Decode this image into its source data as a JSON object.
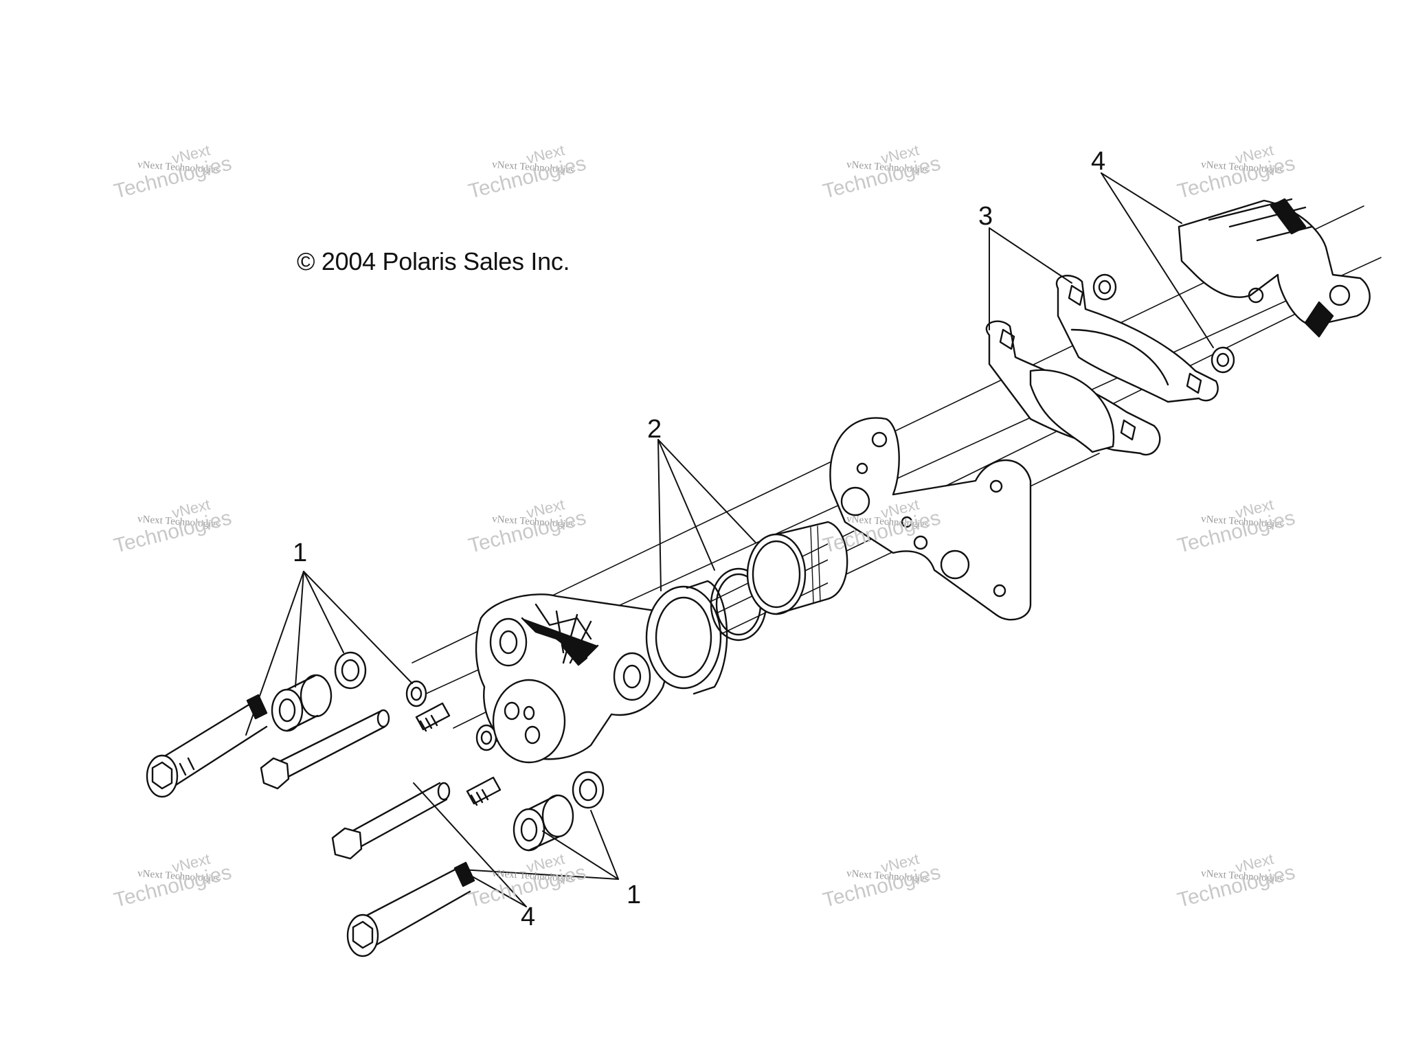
{
  "copyright": "© 2004 Polaris Sales Inc.",
  "watermark": {
    "brand": "vNext",
    "line": "vNext Technologies",
    "company": "Technologies"
  },
  "callouts": [
    "1",
    "2",
    "3",
    "4",
    "1",
    "4"
  ],
  "colors": {
    "ink": "#111111",
    "watermark": "#bbbbbb",
    "background": "#ffffff"
  }
}
